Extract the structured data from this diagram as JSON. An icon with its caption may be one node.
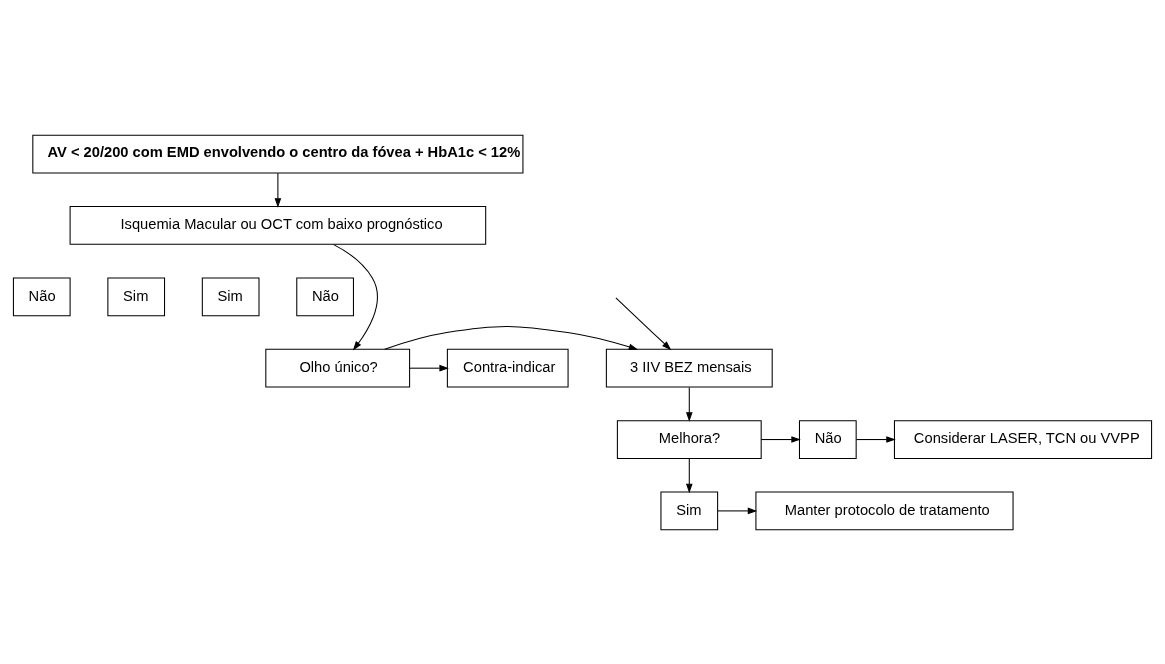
{
  "diagram": {
    "nodes": [
      {
        "text": [
          "AV < 20/200 com EMD envolvendo o centro da fóvea + HbA1c < 12%"
        ]
      },
      {
        "text": [
          "Isquemia Macular ou OCT com baixo prognóstico"
        ]
      },
      {
        "text": [
          "Não"
        ]
      },
      {
        "text": [
          "Sim"
        ]
      },
      {
        "text": [
          "Sim"
        ]
      },
      {
        "text": [
          "Não"
        ]
      },
      {
        "text": [
          "3 IIV BEZ mensais"
        ]
      },
      {
        "text": [
          "Olho único?"
        ]
      },
      {
        "text": [
          "Contra-indicar"
        ]
      },
      {
        "text": [
          "Melhora?"
        ]
      },
      {
        "text": [
          "Não"
        ]
      },
      {
        "text": [
          "Considerar LASER, TCN ou VVPP"
        ]
      },
      {
        "text": [
          "Sim"
        ]
      },
      {
        "text": [
          "Manter protocolo de tratamento"
        ]
      }
    ],
    "edges": [
      {
        "from": 0,
        "to": 1,
        "arrow": "to"
      },
      {
        "from": null,
        "to": 6,
        "arrow": "to"
      },
      {
        "from": 1,
        "to": 7,
        "arrow": "to"
      },
      {
        "from": 7,
        "to": 6,
        "arrow": "to"
      },
      {
        "from": 7,
        "to": 8,
        "arrow": "to"
      },
      {
        "from": 6,
        "to": 9,
        "arrow": "to"
      },
      {
        "from": 9,
        "to": 10,
        "arrow": "to"
      },
      {
        "from": 10,
        "to": 11,
        "arrow": "to"
      },
      {
        "from": 9,
        "to": 12,
        "arrow": "to"
      },
      {
        "from": 12,
        "to": 13,
        "arrow": "to"
      }
    ]
  }
}
